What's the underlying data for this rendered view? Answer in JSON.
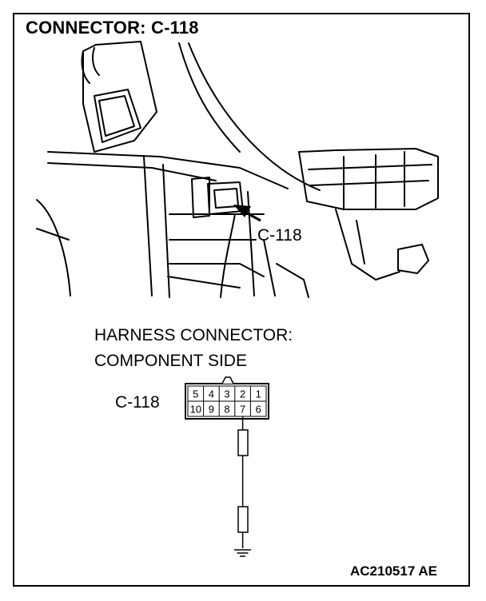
{
  "title": "CONNECTOR: C-118",
  "photo_callout": "C-118",
  "harness": {
    "line1": "HARNESS CONNECTOR:",
    "line2": "COMPONENT SIDE"
  },
  "connector": {
    "label": "C-118",
    "top_row_pins": [
      "5",
      "4",
      "3",
      "2",
      "1"
    ],
    "bottom_row_pins": [
      "10",
      "9",
      "8",
      "7",
      "6"
    ],
    "probed_pin": "7"
  },
  "figure_id": "AC210517 AE"
}
